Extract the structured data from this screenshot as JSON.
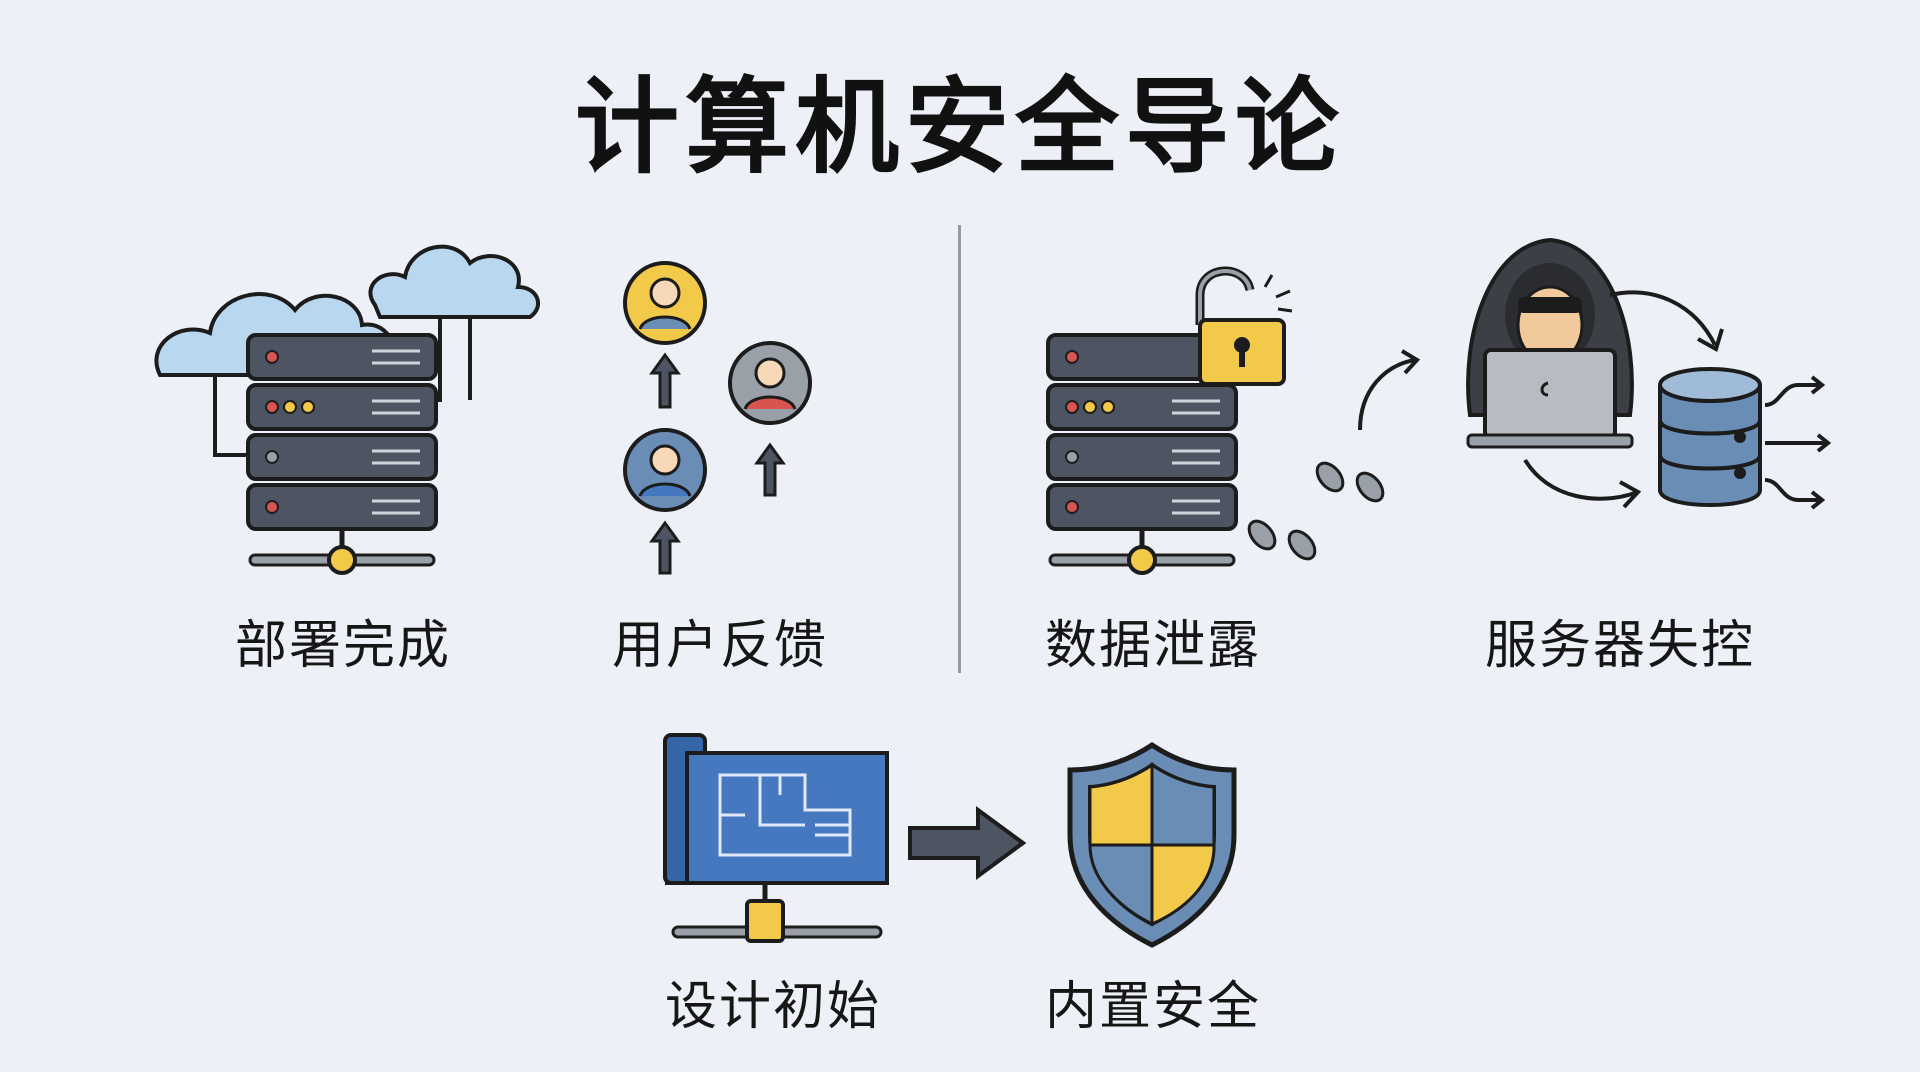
{
  "title": "计算机安全导论",
  "top_row": [
    {
      "label": "部署完成",
      "icon": "cloud-server-icon"
    },
    {
      "label": "用户反馈",
      "icon": "user-feedback-icon"
    },
    {
      "label": "数据泄露",
      "icon": "data-breach-icon"
    },
    {
      "label": "服务器失控",
      "icon": "hacker-icon"
    }
  ],
  "bottom_row": [
    {
      "label": "设计初始",
      "icon": "blueprint-icon"
    },
    {
      "label": "内置安全",
      "icon": "shield-icon"
    }
  ],
  "colors": {
    "background": "#edf1f7",
    "server": "#4e5562",
    "outline": "#1c1c1c",
    "accent_yellow": "#f3c94a",
    "cloud_blue": "#b9d7ef",
    "blueprint_blue": "#4578bf",
    "shield_blue": "#6a8db5"
  }
}
